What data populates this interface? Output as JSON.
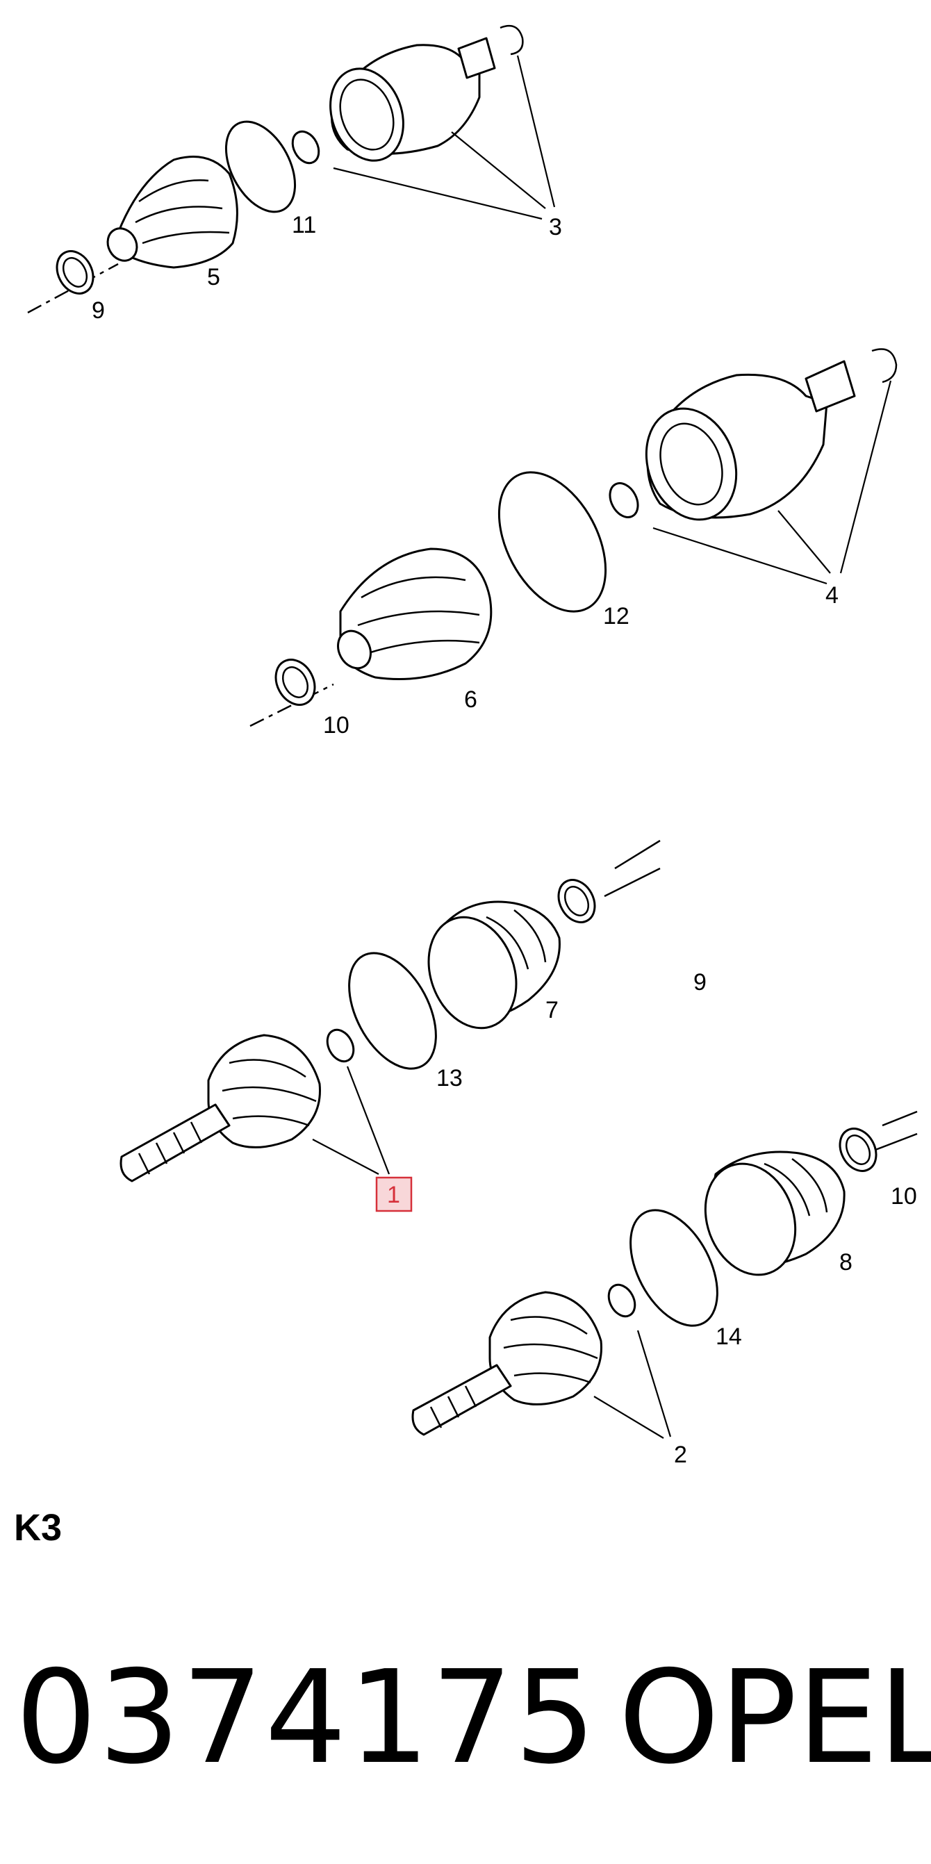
{
  "diagram": {
    "labels": {
      "l1": "1",
      "l2": "2",
      "l3": "3",
      "l4": "4",
      "l5": "5",
      "l6": "6",
      "l7": "7",
      "l8": "8",
      "l9a": "9",
      "l9b": "9",
      "l10a": "10",
      "l10b": "10",
      "l11": "11",
      "l12": "12",
      "l13": "13",
      "l14": "14"
    },
    "highlighted_label": "1",
    "colors": {
      "highlight_fill": "#f8d7d9",
      "highlight_stroke": "#d6303a",
      "line": "#000000"
    }
  },
  "page_label": "K3",
  "part_number": "0374175",
  "brand": "OPEL"
}
